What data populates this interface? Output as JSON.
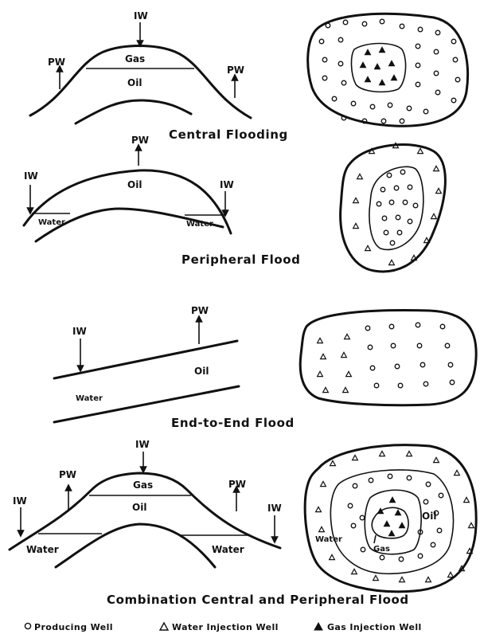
{
  "labels": {
    "iw": "IW",
    "pw": "PW",
    "gas": "Gas",
    "oil": "Oil",
    "water": "Water"
  },
  "captions": {
    "central": "Central Flooding",
    "peripheral": "Peripheral Flood",
    "end_to_end": "End-to-End Flood",
    "combination": "Combination Central and Peripheral Flood"
  },
  "legend": {
    "producing": "Producing Well",
    "water_injection": "Water Injection Well",
    "gas_injection": "Gas Injection Well"
  },
  "icons": {
    "producing": "open-circle",
    "water_injection": "open-triangle",
    "gas_injection": "filled-triangle"
  }
}
